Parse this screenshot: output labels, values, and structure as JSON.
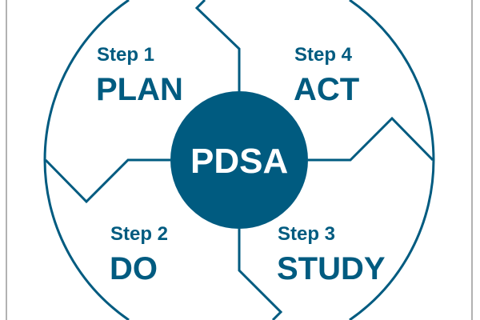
{
  "colors": {
    "primary": "#005b80",
    "background": "#ffffff",
    "border": "#999999"
  },
  "center_label": "PDSA",
  "steps": [
    {
      "step": "Step 1",
      "phase": "PLAN"
    },
    {
      "step": "Step 2",
      "phase": "DO"
    },
    {
      "step": "Step 3",
      "phase": "STUDY"
    },
    {
      "step": "Step 4",
      "phase": "ACT"
    }
  ]
}
